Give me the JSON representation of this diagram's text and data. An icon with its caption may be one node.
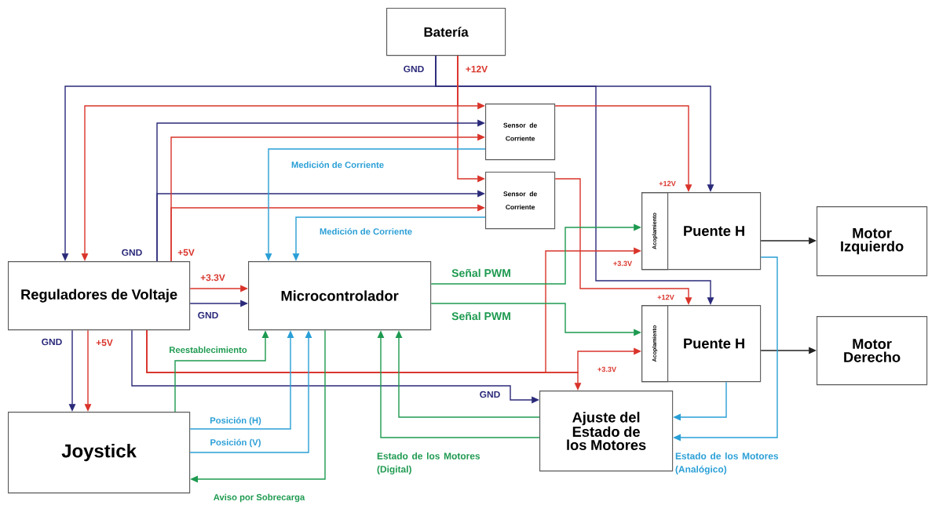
{
  "diagram": {
    "nodes": [
      {
        "text": [
          "Batería"
        ]
      },
      {
        "text": [
          "Sensor de Corriente"
        ]
      },
      {
        "text": [
          "Sensor de Corriente"
        ]
      },
      {
        "text": [
          "Puente H"
        ]
      },
      {
        "text": [
          "Acoplamiento"
        ],
        "in": 3
      },
      {
        "text": [
          "Motor Izquierdo"
        ]
      },
      {
        "text": [
          "Reguladores de Voltaje"
        ]
      },
      {
        "text": [
          "Microcontrolador"
        ]
      },
      {
        "text": [
          "Puente H"
        ]
      },
      {
        "text": [
          "Acoplamiento"
        ],
        "in": 8
      },
      {
        "text": [
          "Motor Derecho"
        ]
      },
      {
        "text": [
          "Joystick"
        ]
      },
      {
        "text": [
          "Ajuste del Estado de los Motores"
        ]
      }
    ],
    "edges": [
      {
        "from": 0,
        "to": 6,
        "arrow": "to",
        "color": "#2b2a7a",
        "label": "GND"
      },
      {
        "from": 0,
        "to": 3,
        "arrow": "to",
        "color": "#2b2a7a"
      },
      {
        "from": 0,
        "to": 8,
        "arrow": "to",
        "color": "#2b2a7a"
      },
      {
        "from": 0,
        "to": 6,
        "arrow": "to",
        "color": "#d9342b",
        "label": "+12V"
      },
      {
        "from": 0,
        "to": 1,
        "arrow": "to",
        "color": "#d9342b"
      },
      {
        "from": 0,
        "to": 2,
        "arrow": "to",
        "color": "#d9342b"
      },
      {
        "from": 1,
        "to": 3,
        "arrow": "to",
        "color": "#d9342b",
        "label": "+12V"
      },
      {
        "from": 2,
        "to": 8,
        "arrow": "to",
        "color": "#d9342b",
        "label": "+12V"
      },
      {
        "from": 6,
        "to": 1,
        "arrow": "to",
        "color": "#2b2a7a",
        "label": "GND"
      },
      {
        "from": 6,
        "to": 2,
        "arrow": "to",
        "color": "#2b2a7a"
      },
      {
        "from": 6,
        "to": 1,
        "arrow": "to",
        "color": "#d9342b",
        "label": "+5V"
      },
      {
        "from": 6,
        "to": 2,
        "arrow": "to",
        "color": "#d9342b"
      },
      {
        "from": 1,
        "to": 7,
        "arrow": "to",
        "color": "#2a9fd6",
        "label": "Medición de Corriente"
      },
      {
        "from": 2,
        "to": 7,
        "arrow": "to",
        "color": "#2a9fd6",
        "label": "Medición de Corriente"
      },
      {
        "from": 6,
        "to": 7,
        "arrow": "to",
        "color": "#d9342b",
        "label": "+3.3V"
      },
      {
        "from": 6,
        "to": 7,
        "arrow": "to",
        "color": "#2b2a7a",
        "label": "GND"
      },
      {
        "from": 6,
        "to": 11,
        "arrow": "to",
        "color": "#2b2a7a",
        "label": "GND"
      },
      {
        "from": 6,
        "to": 11,
        "arrow": "to",
        "color": "#d9342b",
        "label": "+5V"
      },
      {
        "from": 6,
        "to": 4,
        "arrow": "to",
        "color": "#d9342b",
        "label": "+3.3V"
      },
      {
        "from": 6,
        "to": 9,
        "arrow": "to",
        "color": "#d9342b"
      },
      {
        "from": 6,
        "to": 12,
        "arrow": "to",
        "color": "#d9342b",
        "label": "+3.3V"
      },
      {
        "from": 6,
        "to": 12,
        "arrow": "to",
        "color": "#2b2a7a",
        "label": "GND"
      },
      {
        "from": 7,
        "to": 4,
        "arrow": "to",
        "color": "#1e9a50",
        "label": "Señal PWM"
      },
      {
        "from": 7,
        "to": 9,
        "arrow": "to",
        "color": "#1e9a50",
        "label": "Señal PWM"
      },
      {
        "from": 3,
        "to": 5,
        "arrow": "to",
        "color": "#222222"
      },
      {
        "from": 8,
        "to": 10,
        "arrow": "to",
        "color": "#222222"
      },
      {
        "from": 8,
        "to": 12,
        "arrow": "to",
        "color": "#2a9fd6"
      },
      {
        "from": 3,
        "to": 12,
        "arrow": "to",
        "color": "#2a9fd6",
        "label": "Estado de los Motores (Analógico)"
      },
      {
        "from": 12,
        "to": 7,
        "arrow": "to",
        "color": "#1e9a50"
      },
      {
        "from": 12,
        "to": 7,
        "arrow": "to",
        "color": "#1e9a50",
        "label": "Estado de los Motores (Digital)"
      },
      {
        "from": 11,
        "to": 7,
        "arrow": "to",
        "color": "#1e9a50",
        "label": "Reestablecimiento"
      },
      {
        "from": 11,
        "to": 7,
        "arrow": "to",
        "color": "#2a9fd6",
        "label": "Posición (H)"
      },
      {
        "from": 11,
        "to": 7,
        "arrow": "to",
        "color": "#2a9fd6",
        "label": "Posición (V)"
      },
      {
        "from": 7,
        "to": 11,
        "arrow": "to",
        "color": "#1e9a50",
        "label": "Aviso por Sobrecarga"
      }
    ]
  }
}
